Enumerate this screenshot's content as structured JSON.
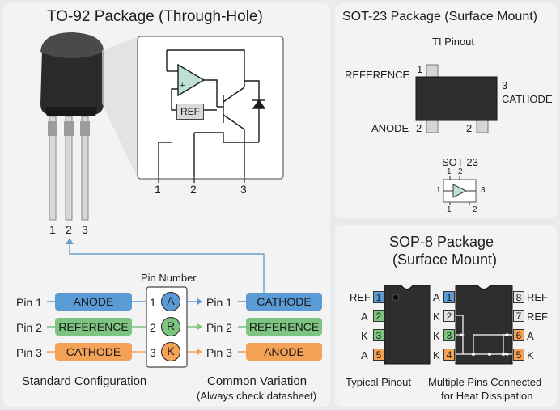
{
  "to92": {
    "title": "TO-92 Package (Through-Hole)",
    "leg_labels": [
      "1",
      "2",
      "3"
    ],
    "circuit": {
      "ref_label": "REF",
      "opamp_minus": "−",
      "opamp_plus": "+",
      "pin_labels": [
        "1",
        "2",
        "3"
      ]
    },
    "pin_number_label": "Pin Number",
    "standard": {
      "rows": [
        {
          "pin": "Pin 1",
          "name": "ANODE",
          "color": "#5b9bd5"
        },
        {
          "pin": "Pin 2",
          "name": "REFERENCE",
          "color": "#7cc47f"
        },
        {
          "pin": "Pin 3",
          "name": "CATHODE",
          "color": "#f4a356"
        }
      ],
      "caption": "Standard Configuration"
    },
    "pin_letters": [
      {
        "num": "1",
        "letter": "A",
        "color": "#5b9bd5"
      },
      {
        "num": "2",
        "letter": "R",
        "color": "#7cc47f"
      },
      {
        "num": "3",
        "letter": "K",
        "color": "#f4a356"
      }
    ],
    "variation": {
      "rows": [
        {
          "pin": "Pin 1",
          "name": "CATHODE",
          "color": "#5b9bd5"
        },
        {
          "pin": "Pin 2",
          "name": "REFERENCE",
          "color": "#7cc47f"
        },
        {
          "pin": "Pin 3",
          "name": "ANODE",
          "color": "#f4a356"
        }
      ],
      "caption": "Common Variation",
      "note": "(Always check datasheet)"
    }
  },
  "sot23": {
    "title": "SOT-23 Package (Surface Mount)",
    "subtitle": "TI Pinout",
    "reference_label": "REFERENCE",
    "anode_label": "ANODE",
    "cathode_label": "CATHODE",
    "pin_1": "1",
    "pin_2_left": "2",
    "pin_2_right": "2",
    "pin_3": "3",
    "small_title": "SOT-23",
    "small_pins": {
      "top_1": "1",
      "top_2": "2",
      "left_1": "1",
      "right_3": "3",
      "bottom_1": "1",
      "bottom_2": "2"
    }
  },
  "sop8": {
    "title_line1": "SOP-8 Package",
    "title_line2": "(Surface Mount)",
    "left_chip": {
      "labels": [
        "REF",
        "A",
        "K",
        "A"
      ],
      "pins": [
        {
          "num": "1",
          "color": "#5b9bd5"
        },
        {
          "num": "2",
          "color": "#7cc47f"
        },
        {
          "num": "3",
          "color": "#7cc47f"
        },
        {
          "num": "5",
          "color": "#f4a356"
        }
      ],
      "caption": "Typical Pinout"
    },
    "right_chip": {
      "left_labels": [
        "A",
        "K",
        "K",
        "K"
      ],
      "left_pins": [
        {
          "num": "1",
          "color": "#5b9bd5"
        },
        {
          "num": "2",
          "color": "#e4e4e4"
        },
        {
          "num": "3",
          "color": "#7cc47f"
        },
        {
          "num": "4",
          "color": "#f4a356"
        }
      ],
      "right_pins": [
        {
          "num": "8",
          "color": "#e4e4e4"
        },
        {
          "num": "7",
          "color": "#e4e4e4"
        },
        {
          "num": "6",
          "color": "#f4a356"
        },
        {
          "num": "5",
          "color": "#f4a356"
        }
      ],
      "right_labels": [
        "REF",
        "REF",
        "A",
        "K"
      ],
      "caption_line1": "Multiple Pins Connected",
      "caption_line2": "for Heat Dissipation"
    }
  }
}
